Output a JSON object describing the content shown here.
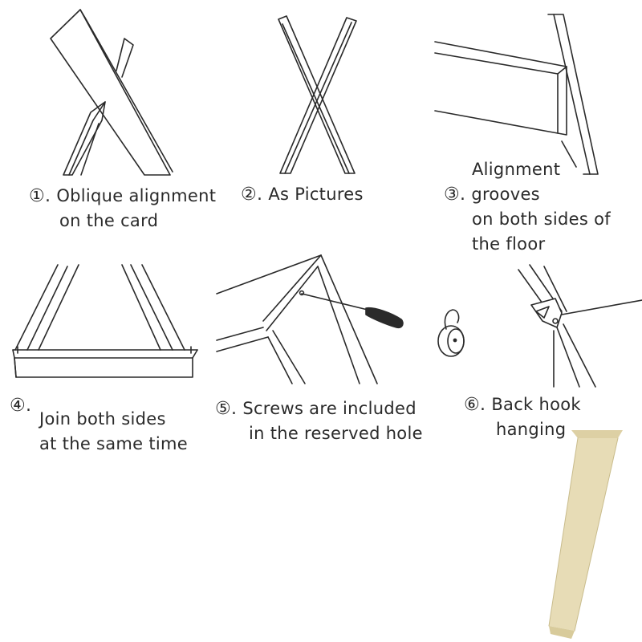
{
  "steps": [
    {
      "marker": "①.",
      "lines": [
        "Oblique alignment",
        "on the card"
      ]
    },
    {
      "marker": "②.",
      "lines": [
        "As Pictures"
      ]
    },
    {
      "marker": "③.",
      "lines": [
        "Alignment",
        "grooves",
        "on both sides of",
        "the floor"
      ]
    },
    {
      "marker": "④.",
      "lines": [
        "Join both sides",
        "at the same time"
      ]
    },
    {
      "marker": "⑤.",
      "lines": [
        "Screws are included",
        "in the reserved hole"
      ]
    },
    {
      "marker": "⑥.",
      "lines": [
        "Back hook",
        "hanging"
      ]
    }
  ],
  "colors": {
    "stroke": "#2a2a2a",
    "box": "#e7dcb6",
    "box_edge": "#c9bc8c",
    "text": "#2a2a2a"
  }
}
